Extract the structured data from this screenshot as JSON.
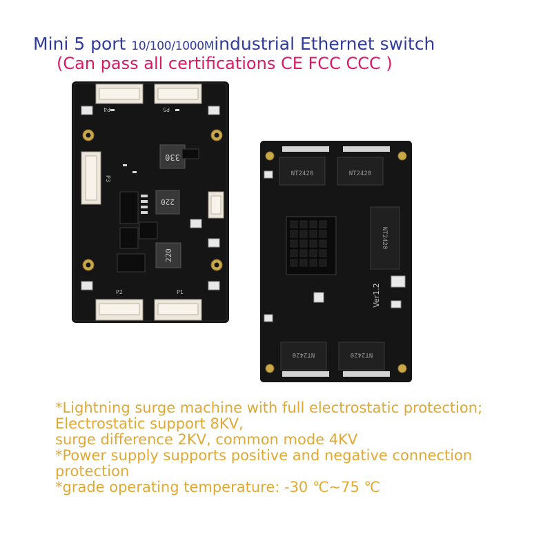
{
  "title": {
    "line1_part1": "Mini 5 port ",
    "line1_speed": "10/100/1000M",
    "line1_part2": "industrial Ethernet switch",
    "line2": "(Can pass all certifications CE FCC CCC )"
  },
  "features": [
    "*Lightning surge machine with full electrostatic protection;",
    " Electrostatic support 8KV,",
    " surge difference 2KV, common mode 4KV",
    "*Power supply supports positive and negative connection",
    " protection",
    " *grade operating temperature: -30 ℃~75 ℃"
  ],
  "colors": {
    "title_blue": "#2f3c9c",
    "title_pink": "#d81b67",
    "feature_gold": "#e1a934",
    "pcb_black": "#151515"
  },
  "board_left": {
    "inductor_top": "330",
    "inductor_mid": "220",
    "inductor_bottom": "220",
    "labels": [
      "P4",
      "P5",
      "P3",
      "P2",
      "P1"
    ]
  },
  "board_right": {
    "chip_text": "NT2420",
    "version": "Ver1.2"
  }
}
